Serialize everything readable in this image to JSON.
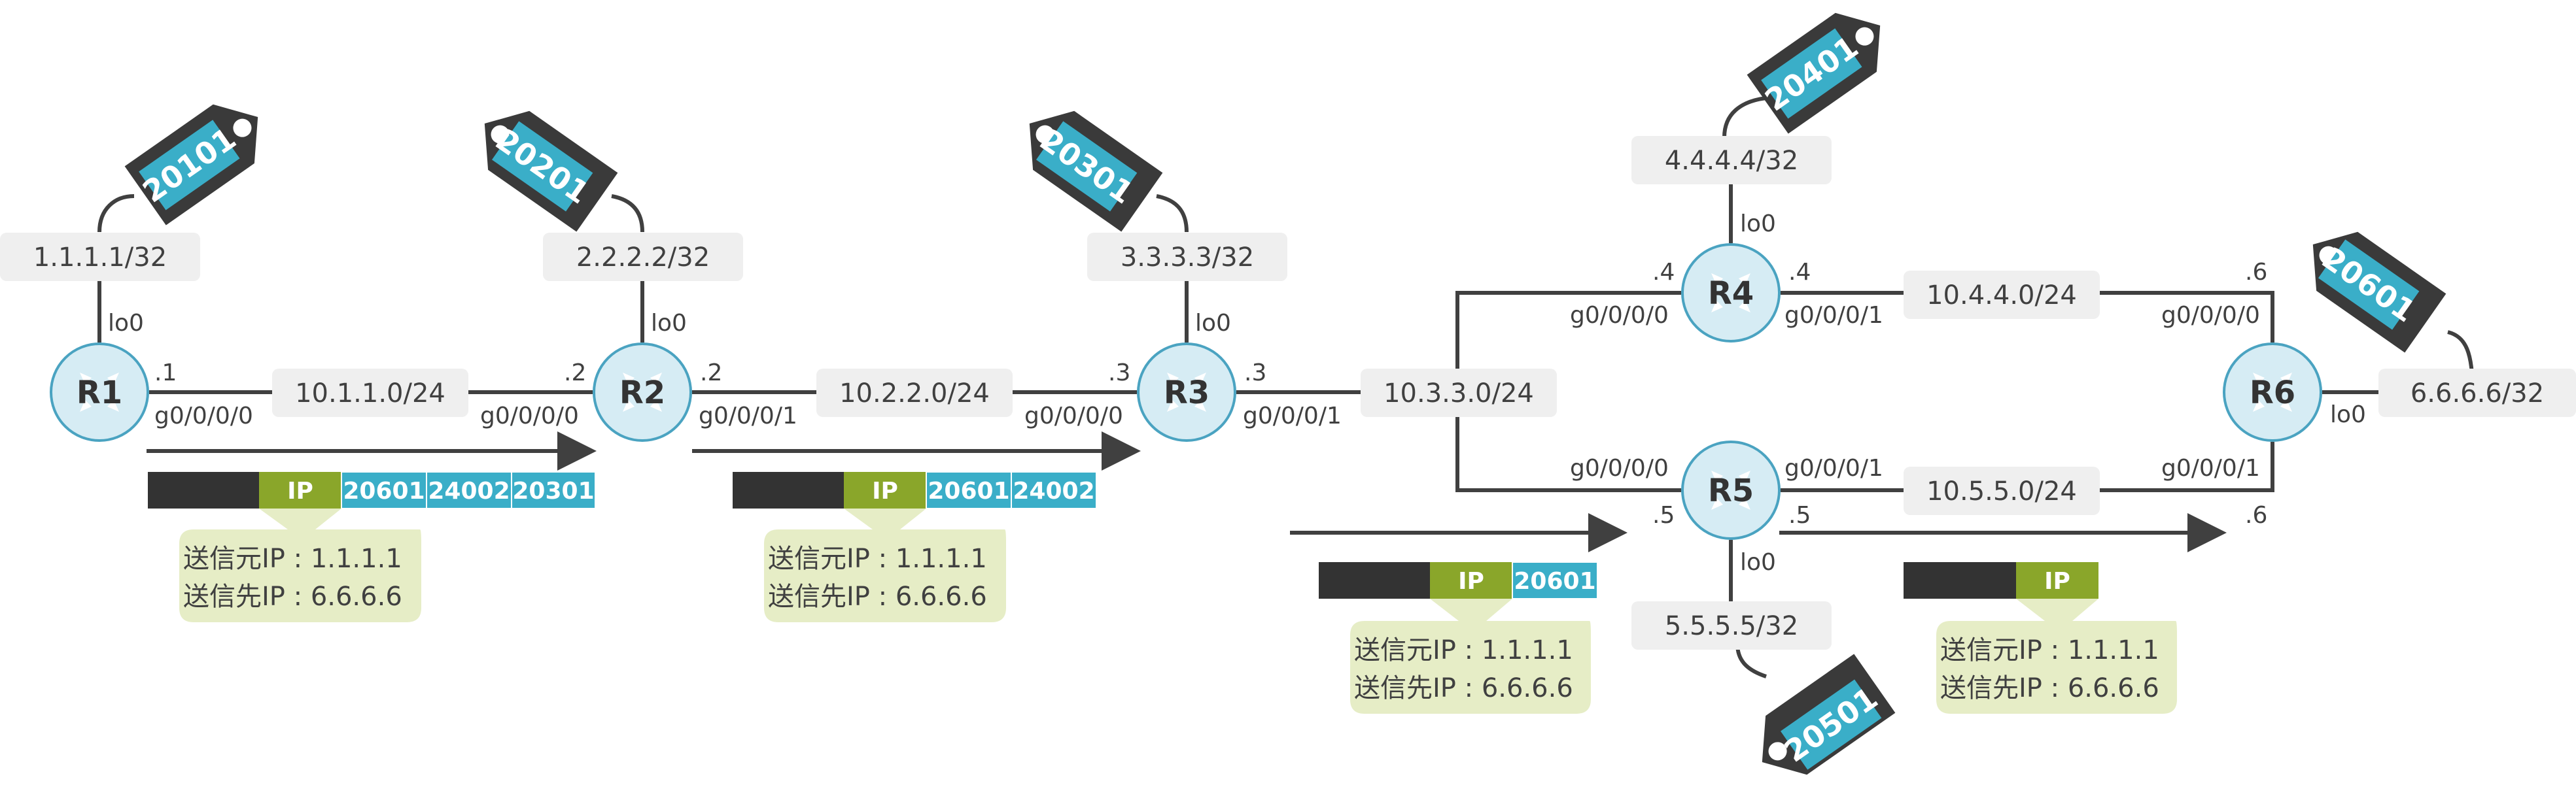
{
  "routers": [
    {
      "id": "R1",
      "name": "R1"
    },
    {
      "id": "R2",
      "name": "R2"
    },
    {
      "id": "R3",
      "name": "R3"
    },
    {
      "id": "R4",
      "name": "R4"
    },
    {
      "id": "R5",
      "name": "R5"
    },
    {
      "id": "R6",
      "name": "R6"
    }
  ],
  "loopbacks": {
    "r1": "1.1.1.1/32",
    "r2": "2.2.2.2/32",
    "r3": "3.3.3.3/32",
    "r4": "4.4.4.4/32",
    "r5": "5.5.5.5/32",
    "r6": "6.6.6.6/32"
  },
  "loopback_if": "lo0",
  "networks": {
    "n12": "10.1.1.0/24",
    "n23": "10.2.2.0/24",
    "n3": "10.3.3.0/24",
    "n46": "10.4.4.0/24",
    "n56": "10.5.5.0/24"
  },
  "interfaces": {
    "r1_right": "g0/0/0/0",
    "r2_left": "g0/0/0/0",
    "r2_right": "g0/0/0/1",
    "r3_left": "g0/0/0/0",
    "r3_right": "g0/0/0/1",
    "r4_left": "g0/0/0/0",
    "r4_right": "g0/0/0/1",
    "r5_left": "g0/0/0/0",
    "r5_right": "g0/0/0/1",
    "r6_top": "g0/0/0/0",
    "r6_bottom": "g0/0/0/1"
  },
  "host_ids": {
    "r1_n12": ".1",
    "r2_n12": ".2",
    "r2_n23": ".2",
    "r3_n23": ".3",
    "r3_n3": ".3",
    "r4_n3": ".4",
    "r4_n46": ".4",
    "r6_n46": ".6",
    "r5_n3": ".5",
    "r5_n56": ".5",
    "r6_n56": ".6"
  },
  "labels": {
    "r1": "20101",
    "r2": "20201",
    "r3": "20301",
    "r4": "20401",
    "r5": "20501",
    "r6": "20601"
  },
  "packets": [
    {
      "ip_label": "IP",
      "labels": [
        "20601",
        "24002",
        "20301"
      ]
    },
    {
      "ip_label": "IP",
      "labels": [
        "20601",
        "24002"
      ]
    },
    {
      "ip_label": "IP",
      "labels": [
        "20601"
      ]
    },
    {
      "ip_label": "IP",
      "labels": []
    }
  ],
  "callout": {
    "src": "送信元IP : 1.1.1.1",
    "dst": "送信先IP : 6.6.6.6"
  },
  "colors": {
    "router_fill": "#d6ecf4",
    "router_stroke": "#4aa3c1",
    "label_blue": "#3aaec8",
    "ip_green": "#8aa62a",
    "packet_dark": "#333333",
    "callout_bg": "#e6edc6",
    "line": "#404040"
  }
}
